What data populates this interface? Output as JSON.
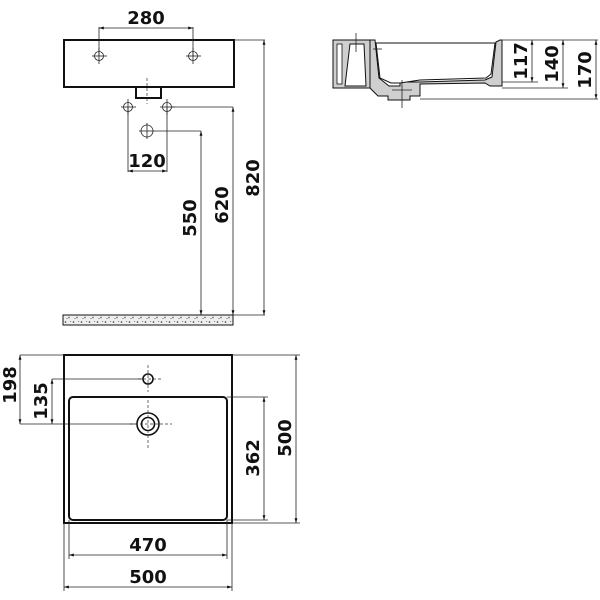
{
  "drawing": {
    "title": "Washbasin technical drawing",
    "units": "mm",
    "accent_color": "#111111",
    "views": {
      "front_wall_view": {
        "dimensions": {
          "tap_hole_spacing": "280",
          "waste_hole_spacing": "120",
          "waste_height": "550",
          "supply_height": "620",
          "top_height": "820"
        }
      },
      "side_section_view": {
        "dimensions": {
          "bowl_depth": "117",
          "inner_depth": "140",
          "total_height": "170"
        }
      },
      "top_plan_view": {
        "dimensions": {
          "tap_hole_offset": "198",
          "waste_to_tap_offset": "135",
          "bowl_length": "362",
          "total_depth": "500",
          "bowl_width": "470",
          "total_width": "500"
        }
      }
    }
  }
}
